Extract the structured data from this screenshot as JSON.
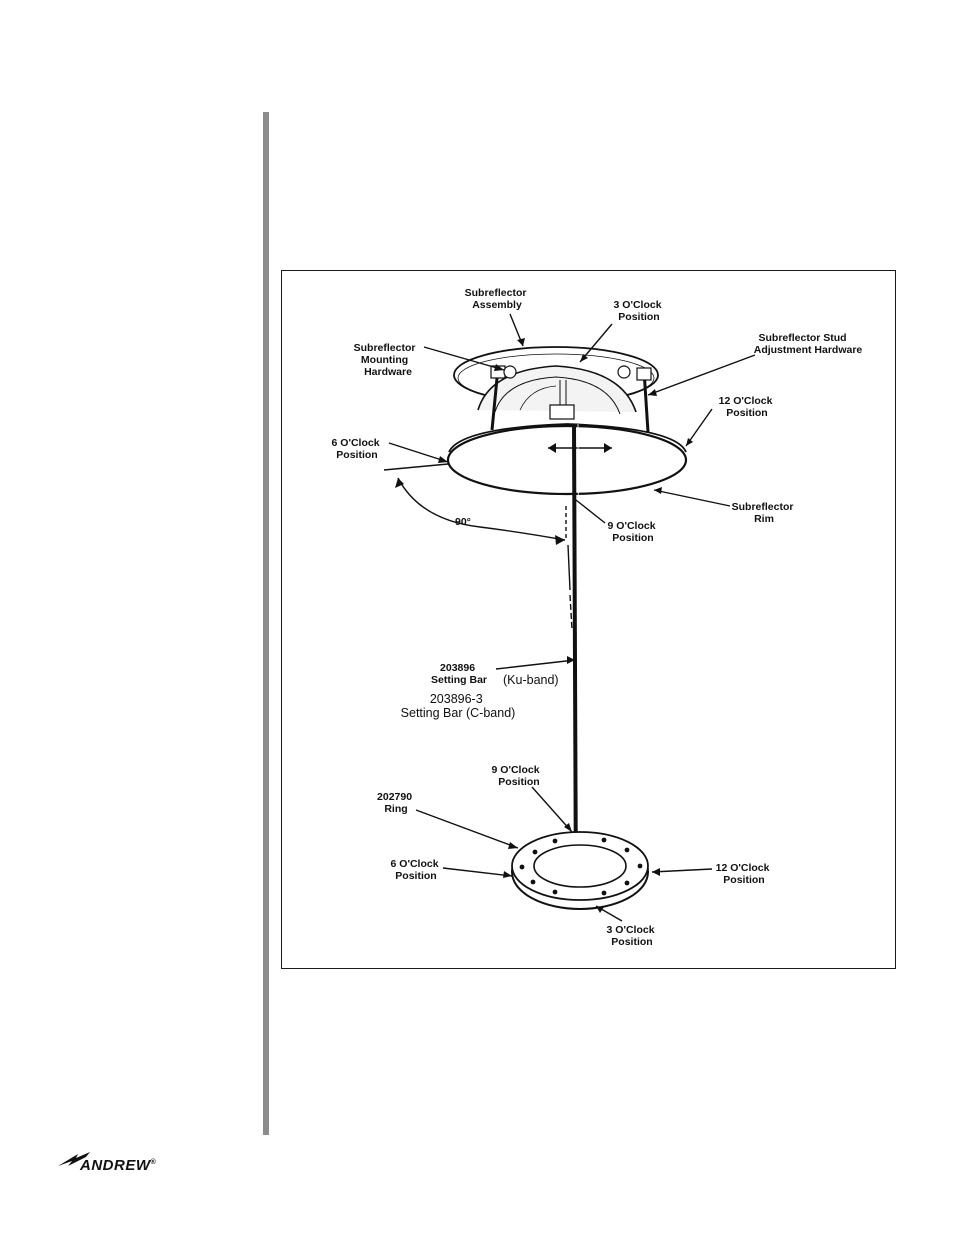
{
  "figure": {
    "labels": {
      "subreflector_assembly": [
        "Subreflector",
        "Assembly"
      ],
      "three_oclock_top": [
        "3 O'Clock",
        "Position"
      ],
      "subreflector_mounting": [
        "Subreflector",
        "Mounting",
        "Hardware"
      ],
      "subreflector_stud": [
        "Subreflector Stud",
        "Adjustment Hardware"
      ],
      "twelve_oclock_top": [
        "12 O'Clock",
        "Position"
      ],
      "six_oclock_top": [
        "6 O'Clock",
        "Position"
      ],
      "angle": "90°",
      "nine_oclock_top": [
        "9 O'Clock",
        "Position"
      ],
      "subreflector_rim": [
        "Subreflector",
        "Rim"
      ],
      "setting_bar_ku": [
        "203896",
        "Setting Bar"
      ],
      "ku_band": "(Ku-band)",
      "setting_bar_c": [
        "203896-3",
        "Setting Bar (C-band)"
      ],
      "nine_oclock_bottom": [
        "9 O'Clock",
        "Position"
      ],
      "ring": [
        "202790",
        "Ring"
      ],
      "six_oclock_bottom": [
        "6 O'Clock",
        "Position"
      ],
      "twelve_oclock_bottom": [
        "12 O'Clock",
        "Position"
      ],
      "three_oclock_bottom": [
        "3 O'Clock",
        "Position"
      ]
    }
  },
  "footer": {
    "logo_text": "ANDREW",
    "logo_mark": "®"
  }
}
